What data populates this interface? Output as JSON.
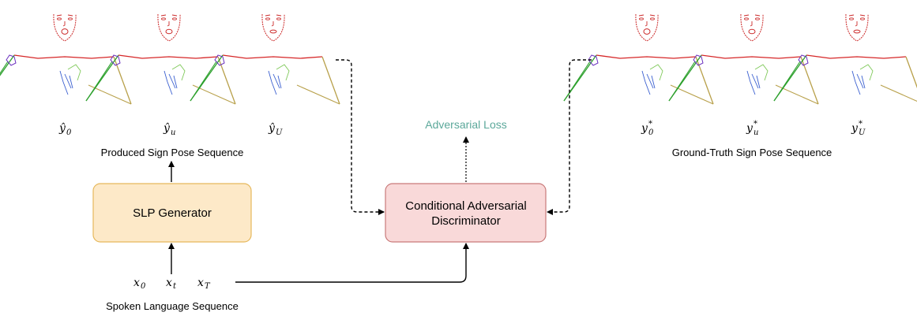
{
  "colors": {
    "generator_fill": "#fde9c8",
    "generator_stroke": "#e6b85c",
    "discriminator_fill": "#f9d9d9",
    "discriminator_stroke": "#c97a7a",
    "loss_text": "#5ba89a",
    "neck": "#d62728",
    "face": "#cc2a2a",
    "left_arm": "#2ca02c",
    "right_arm": "#b8a04a"
  },
  "generator": {
    "label": "SLP Generator"
  },
  "discriminator": {
    "line1": "Conditional Adversarial",
    "line2": "Discriminator"
  },
  "adversarial_loss": "Adversarial Loss",
  "produced_label": "Produced Sign Pose Sequence",
  "ground_truth_label": "Ground-Truth Sign Pose Sequence",
  "spoken_label": "Spoken Language Sequence",
  "produced_symbols": [
    {
      "base": "ŷ",
      "sub": "0"
    },
    {
      "base": "ŷ",
      "sub": "u"
    },
    {
      "base": "ŷ",
      "sub": "U"
    }
  ],
  "gt_symbols": [
    {
      "base": "y",
      "sub": "0",
      "sup": "*"
    },
    {
      "base": "y",
      "sub": "u",
      "sup": "*"
    },
    {
      "base": "y",
      "sub": "U",
      "sup": "*"
    }
  ],
  "input_symbols": [
    {
      "base": "x",
      "sub": "0"
    },
    {
      "base": "x",
      "sub": "t"
    },
    {
      "base": "x",
      "sub": "T"
    }
  ]
}
